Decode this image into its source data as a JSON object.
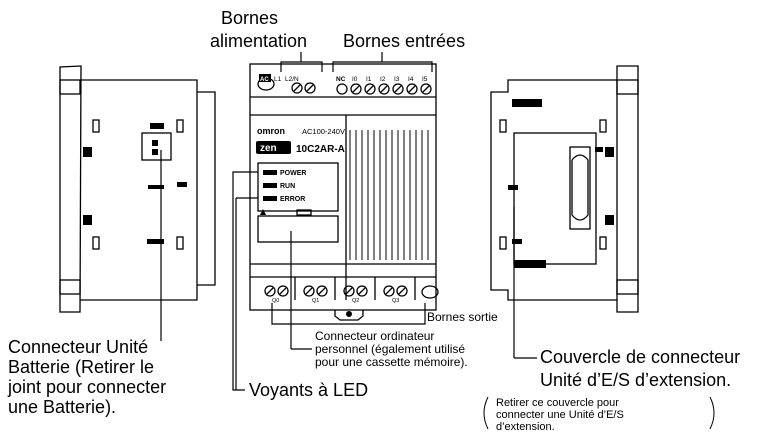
{
  "labels": {
    "power_terminals": [
      "Bornes",
      "alimentation"
    ],
    "input_terminals": "Bornes entrées",
    "output_terminals": "Bornes sortie",
    "battery_connector": [
      "Connecteur Unité",
      "Batterie (Retirer le",
      "joint pour connecter",
      "une Batterie)."
    ],
    "pc_connector": [
      "Connecteur ordinateur",
      "personnel (également utilisé",
      "pour une cassette mémoire)."
    ],
    "expansion_cover": [
      "Couvercle de connecteur",
      "Unité d’E/S d’extension."
    ],
    "expansion_note": [
      "Retirer ce couvercle pour",
      "connecter une Unité d’E/S",
      "d’extension."
    ],
    "led_indicators": "Voyants à LED"
  },
  "device": {
    "brand": "omron",
    "voltage": "AC100-240V",
    "series": "zen",
    "model": "10C2AR-A",
    "leds": [
      "POWER",
      "RUN",
      "ERROR"
    ],
    "top_terminals": [
      "AC",
      "L1",
      "L2/N",
      "NC",
      "I0",
      "I1",
      "I2",
      "I3",
      "I4",
      "I5"
    ],
    "bottom_terminals": [
      "Q0",
      "Q1",
      "Q2",
      "Q3"
    ]
  }
}
